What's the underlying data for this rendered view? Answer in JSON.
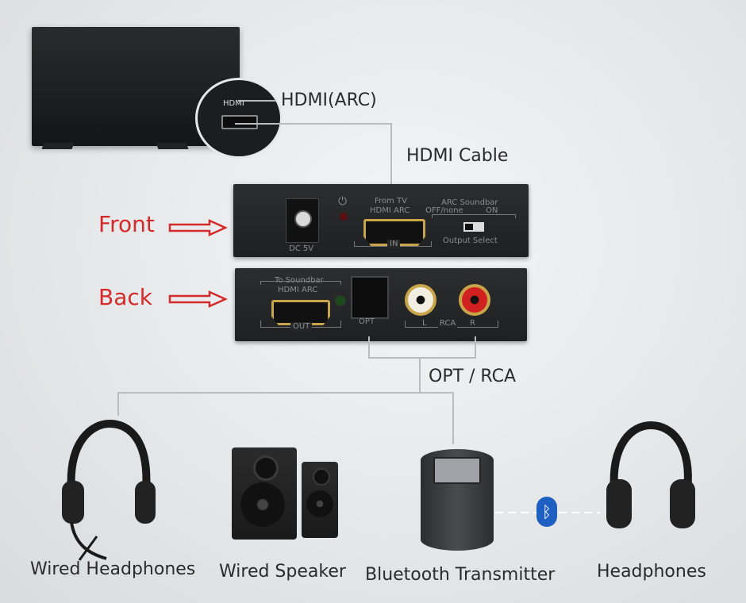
{
  "labels": {
    "hdmi_arc": "HDMI(ARC)",
    "hdmi_cable": "HDMI Cable",
    "front": "Front",
    "back": "Back",
    "opt_rca": "OPT / RCA"
  },
  "tv_inset": {
    "port_label": "HDMI"
  },
  "front_panel": {
    "dc": "DC 5V",
    "from_tv": "From TV",
    "hdmi_arc": "HDMI ARC",
    "in": "IN",
    "arc_soundbar": "ARC Soundbar",
    "off_none": "OFF/none",
    "on": "ON",
    "output_select": "Output Select"
  },
  "back_panel": {
    "to_soundbar": "To Soundbar",
    "hdmi_arc": "HDMI ARC",
    "out": "OUT",
    "opt": "OPT",
    "l": "L",
    "rca": "RCA",
    "r": "R"
  },
  "devices": [
    {
      "label": "Wired Headphones"
    },
    {
      "label": "Wired Speaker"
    },
    {
      "label": "Bluetooth Transmitter"
    },
    {
      "label": "Headphones"
    }
  ],
  "colors": {
    "arrow": "#d42a2a",
    "bluetooth": "#1e5fc2",
    "gold": "#c9a54a"
  }
}
